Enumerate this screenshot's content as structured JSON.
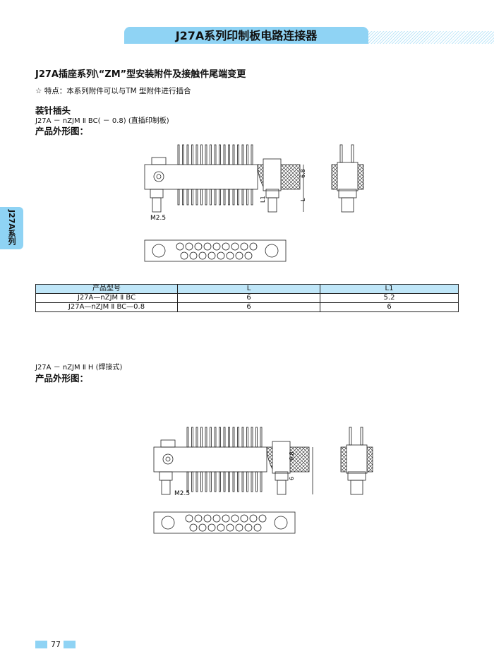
{
  "header": {
    "title": "J27A系列印制板电路连接器"
  },
  "side_tab": {
    "label": "J27A系列"
  },
  "section": {
    "title": "J27A插座系列\\“ZM”型安装附件及接触件尾端变更",
    "feature": "☆ 特点：本系列附件可以与TM 型附件进行插合"
  },
  "part1": {
    "heading": "装针插头",
    "model": "J27A － nZJM Ⅱ BC( － 0.8) (直插印制板)",
    "drawing_label": "产品外形图：",
    "dims": {
      "height": "6.8",
      "l1": "L1",
      "l": "L",
      "thread": "M2.5"
    }
  },
  "table": {
    "headers": [
      "产品型号",
      "L",
      "L1"
    ],
    "rows": [
      [
        "J27A—nZJM Ⅱ BC",
        "6",
        "5.2"
      ],
      [
        "J27A—nZJM Ⅱ BC—0.8",
        "6",
        "6"
      ]
    ]
  },
  "part2": {
    "model": "J27A － nZJM Ⅱ H (焊接式)",
    "drawing_label": "产品外形图：",
    "dims": {
      "height": "6.8",
      "l": "6",
      "thread": "M2.5"
    }
  },
  "footer": {
    "page": "77"
  },
  "colors": {
    "accent": "#8fd3f4",
    "table_header": "#bfe6f8"
  }
}
